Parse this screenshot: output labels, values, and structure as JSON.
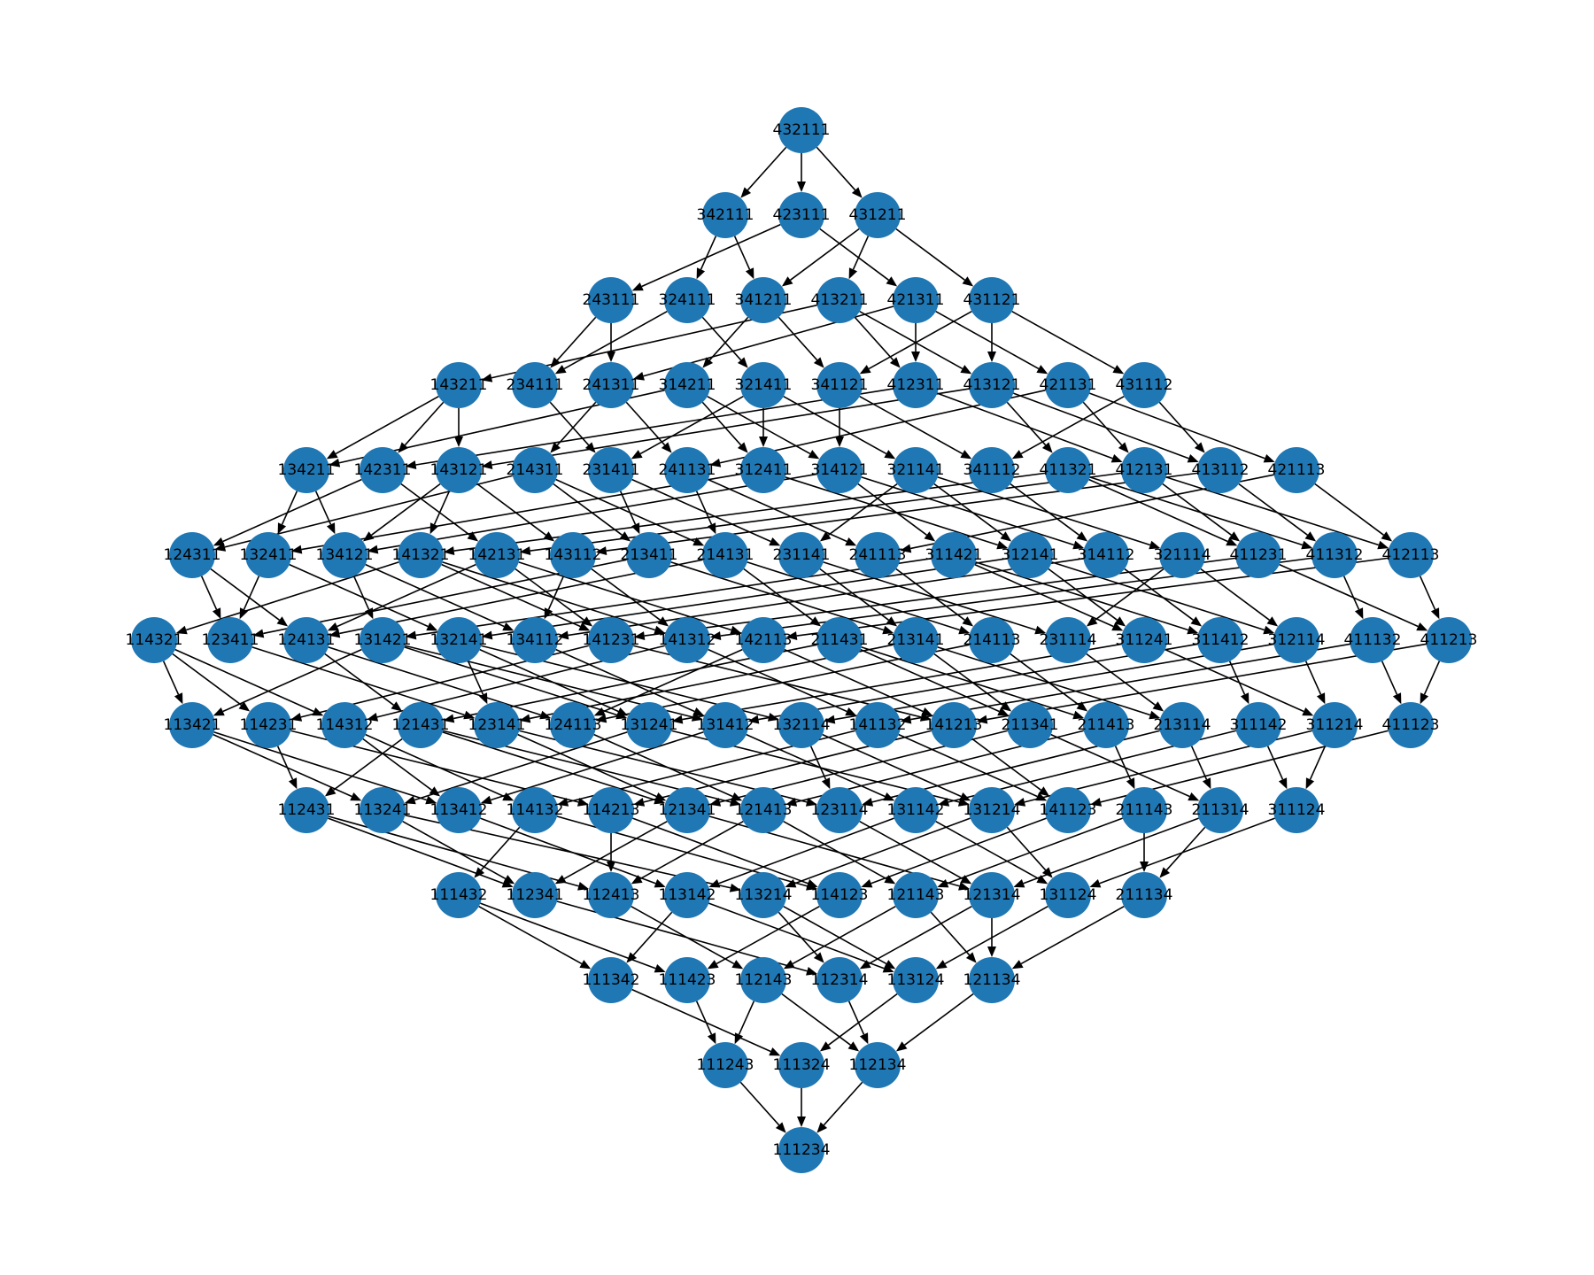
{
  "colors": {
    "node": "#1f77b4",
    "edge": "#000000",
    "label": "#000000",
    "background": "#ffffff"
  },
  "levels": [
    [
      "432111"
    ],
    [
      "342111",
      "423111",
      "431211"
    ],
    [
      "243111",
      "324111",
      "341211",
      "413211",
      "421311",
      "431121"
    ],
    [
      "143211",
      "234111",
      "241311",
      "314211",
      "321411",
      "341121",
      "412311",
      "413121",
      "421131",
      "431112"
    ],
    [
      "134211",
      "142311",
      "143121",
      "214311",
      "231411",
      "241131",
      "312411",
      "314121",
      "321141",
      "341112",
      "411321",
      "412131",
      "413112",
      "421113"
    ],
    [
      "124311",
      "132411",
      "134121",
      "141321",
      "142131",
      "143112",
      "213411",
      "214131",
      "231141",
      "241113",
      "311421",
      "312141",
      "314112",
      "321114",
      "411231",
      "411312",
      "412113"
    ],
    [
      "114321",
      "123411",
      "124131",
      "131421",
      "132141",
      "134112",
      "141231",
      "141312",
      "142113",
      "211431",
      "213141",
      "214113",
      "231114",
      "311241",
      "311412",
      "312114",
      "411132",
      "411213"
    ],
    [
      "113421",
      "114231",
      "114312",
      "121431",
      "123141",
      "124113",
      "131241",
      "131412",
      "132114",
      "141132",
      "141213",
      "211341",
      "211413",
      "213114",
      "311142",
      "311214",
      "411123"
    ],
    [
      "112431",
      "113241",
      "113412",
      "114132",
      "114213",
      "121341",
      "121413",
      "123114",
      "131142",
      "131214",
      "141123",
      "211143",
      "211314",
      "311124"
    ],
    [
      "111432",
      "112341",
      "112413",
      "113142",
      "113214",
      "114123",
      "121143",
      "121314",
      "131124",
      "211134"
    ],
    [
      "111342",
      "111423",
      "112143",
      "112314",
      "113124",
      "121134"
    ],
    [
      "111243",
      "111324",
      "112134"
    ],
    [
      "111234"
    ]
  ]
}
